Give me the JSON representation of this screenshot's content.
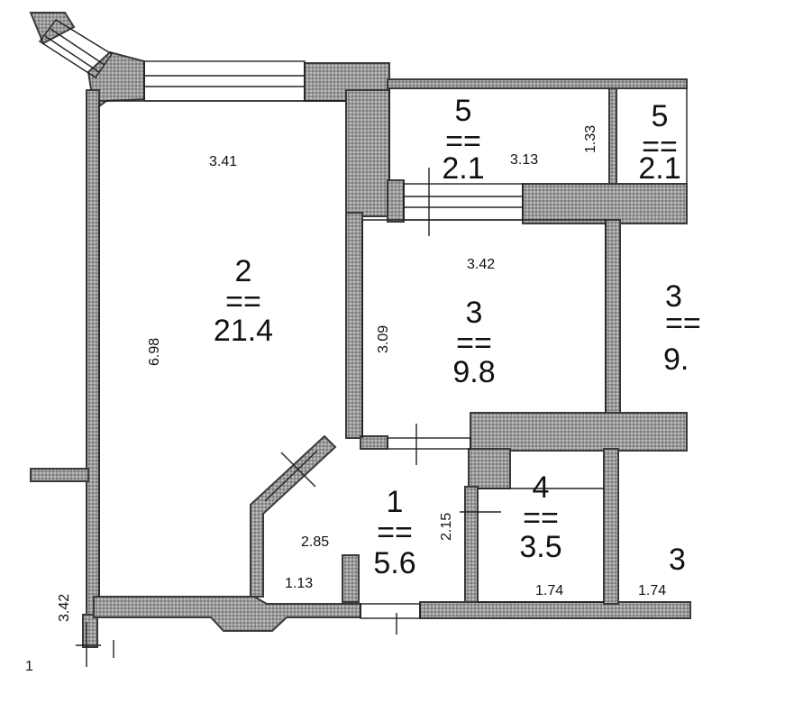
{
  "rooms": [
    {
      "number": "2",
      "area": "21.4"
    },
    {
      "number": "3",
      "area": "9.8"
    },
    {
      "number": "1",
      "area": "5.6"
    },
    {
      "number": "4",
      "area": "3.5"
    },
    {
      "number": "5",
      "area": "2.1"
    },
    {
      "number": "5",
      "area": "2.1"
    },
    {
      "number": "3",
      "area": "9."
    },
    {
      "number": "3",
      "area": ""
    }
  ],
  "separator": "==",
  "dimensions": {
    "room2_width": "3.41",
    "room2_length": "6.98",
    "room5_width": "3.13",
    "room5_depth": "1.33",
    "room3_width": "3.42",
    "room3_length": "3.09",
    "room1_width": "2.85",
    "room1_depth": "2.15",
    "room1_niche": "1.13",
    "room4_width": "1.74",
    "neighbor_width": "1.74",
    "wall_left": "3.42"
  },
  "corner_mark": "1"
}
